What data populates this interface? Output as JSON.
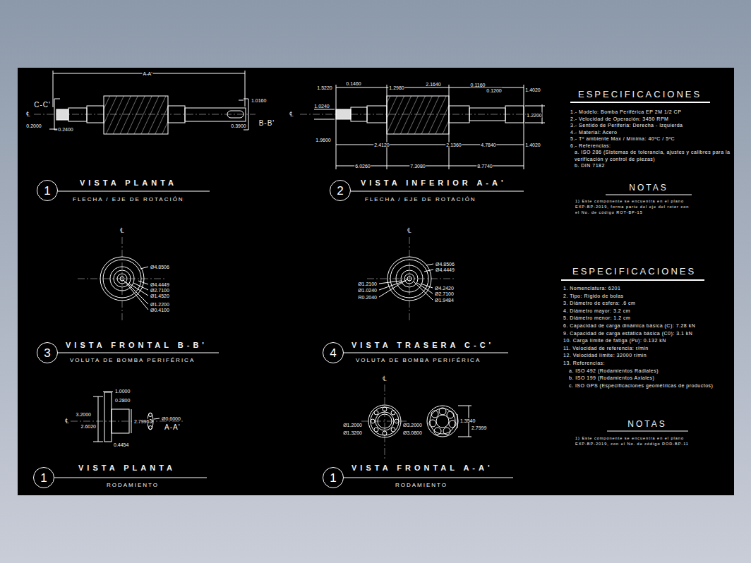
{
  "diagram": {
    "nodes": [
      {
        "text": [
          "1"
        ]
      },
      {
        "text": [
          "2"
        ]
      },
      {
        "text": [
          "3"
        ]
      },
      {
        "text": [
          "4"
        ]
      },
      {
        "text": [
          "1"
        ]
      },
      {
        "text": [
          "1"
        ]
      }
    ],
    "labels": [
      "A-A'",
      "C-C'",
      "℄",
      "0.2000",
      "0.2400",
      "1.0160",
      "0.3900",
      "B-B'",
      "℄",
      "1.5220",
      "0.1460",
      "1.2980",
      "2.1640",
      "0.1160",
      "0.1200",
      "1.4020",
      "1.0240",
      "1.2200",
      "1.9600",
      "2.4120",
      "2.1360",
      "4.7840",
      "1.4020",
      "6.0260",
      "7.3080",
      "8.7740",
      "VISTA PLANTA",
      "FLECHA / EJE DE ROTACIÓN",
      "VISTA INFERIOR A-A'",
      "FLECHA / EJE DE ROTACIÓN",
      "℄",
      "Ø4.8506",
      "Ø4.4449",
      "Ø2.7100",
      "Ø1.4520",
      "Ø1.2200",
      "Ø0.4100",
      "VISTA FRONTAL B-B'",
      "VOLUTA DE BOMBA PERIFÉRICA",
      "℄",
      "Ø4.8506",
      "Ø4.4449",
      "Ø1.2100",
      "Ø1.0240",
      "R0.2040",
      "Ø4.2420",
      "Ø2.7100",
      "Ø1.9484",
      "VISTA TRASERA C-C'",
      "VOLUTA DE BOMBA PERIFÉRICA",
      "1.0000",
      "0.2800",
      "3.2000",
      "2.6020",
      "2.7996",
      "0.4454",
      "℄",
      "Ø0.6000",
      "A-A'",
      "VISTA PLANTA",
      "RODAMIENTO",
      "℄",
      "Ø1.2000",
      "Ø1.3200",
      "Ø3.2000",
      "Ø3.0800",
      "1.3540",
      "2.7999",
      "VISTA FRONTAL A-A'",
      "RODAMIENTO",
      "ESPECIFICACIONES",
      "1.- Modelo: Bomba Periférica EP 2M 1/2 CP",
      "2.- Velocidad de Operación: 3450 RPM",
      "3.- Sentido de Periferia: Derecha - Izquierda",
      "4.- Material: Acero",
      "5.- Tº ambiente Max / Mínima: 40ºC / 5ºC",
      "6.- Referencias:",
      "a. ISO 286 (Sistemas de tolerancia, ajustes y calibres para la verificación y control de piezas)",
      "b. DIN 7182",
      "NOTAS",
      "1) Este componente se encuentra en el plano EXP-BP-2019, forma parte del eje del rotor con el No. de código ROT-BP-15",
      "ESPECIFICACIONES",
      "1. Nomenclatura: 6201",
      "2. Tipo: Rígido de bolas",
      "3. Diámetro de esfera: .6 cm",
      "4. Diámetro mayor: 3.2 cm",
      "5. Diámetro menor: 1.2 cm",
      "6. Capacidad de carga dinámica básica (C): 7.28 kN",
      "9. Capacidad de carga estática básica (C0): 3.1 kN",
      "10. Carga límite de fatiga (Pu): 0.132 kN",
      "11. Velocidad de referencia: r/min",
      "12. Velocidad límite: 32000 r/min",
      "13. Referencias:",
      "a. ISO 492 (Rodamientos Radiales)",
      "b. ISO 199 (Rodamientos Axiales)",
      "c. ISO GPS (Especificaciones geométricas de productos)",
      "NOTAS",
      "1) Este componente se encuentra en el plano EXP-BP-2019, con el No. de código ROD-BP-11"
    ]
  }
}
